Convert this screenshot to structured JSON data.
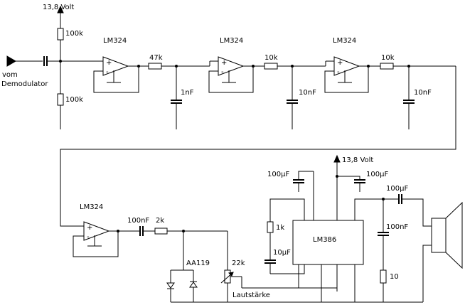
{
  "supply": {
    "top": "13,8 Volt",
    "amp": "13,8 Volt"
  },
  "input": {
    "line1": "vom",
    "line2": "Demodulator"
  },
  "bias": {
    "r_top": "100k",
    "r_bottom": "100k"
  },
  "stage1": {
    "opamp": "LM324",
    "r": "47k",
    "c": "1nF"
  },
  "stage2": {
    "opamp": "LM324",
    "r": "10k",
    "c": "10nF"
  },
  "stage3": {
    "opamp": "LM324",
    "r": "10k",
    "c": "10nF"
  },
  "stage4": {
    "opamp": "LM324",
    "c": "100nF",
    "r": "2k"
  },
  "detector": {
    "diode": "AA119"
  },
  "volume": {
    "pot": "22k",
    "label": "Lautstärke"
  },
  "amplifier": {
    "ic": "LM386",
    "c_supply_left": "100µF",
    "c_supply_right": "100µF",
    "gain_r": "1k",
    "gain_c": "10µF",
    "c_out": "100µF",
    "zobel_c": "100nF",
    "zobel_r": "10"
  },
  "opamp_pins": {
    "plus": "+",
    "minus": "-"
  }
}
